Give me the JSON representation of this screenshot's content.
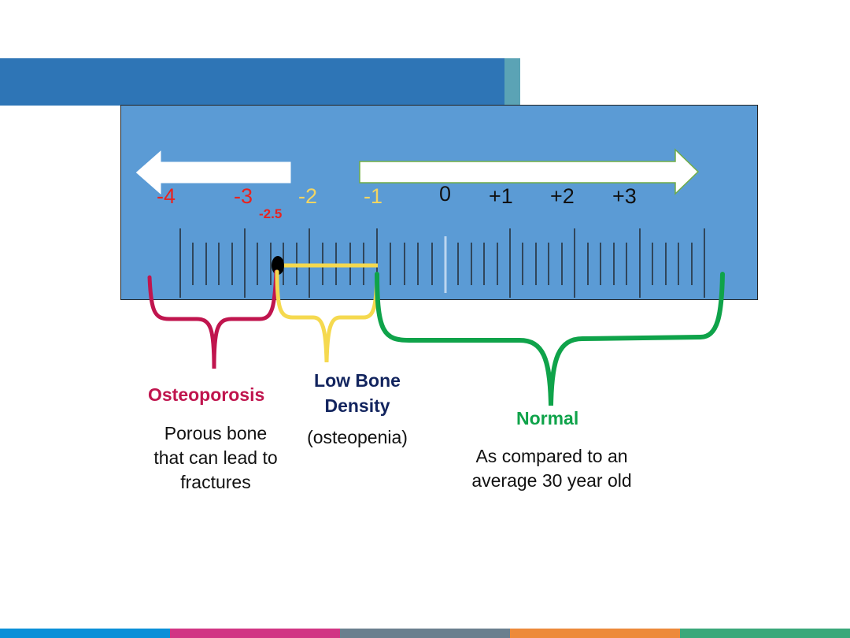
{
  "scale": {
    "ticks": [
      {
        "label": "-4",
        "color": "#e8231f"
      },
      {
        "label": "-3",
        "color": "#e8231f"
      },
      {
        "label": "-2",
        "color": "#f2d563"
      },
      {
        "label": "-1",
        "color": "#f2d563"
      },
      {
        "label": "0",
        "color": "#111111"
      },
      {
        "label": "+1",
        "color": "#111111"
      },
      {
        "label": "+2",
        "color": "#111111"
      },
      {
        "label": "+3",
        "color": "#111111"
      }
    ],
    "threshold_label": "-2.5"
  },
  "categories": {
    "osteoporosis": {
      "title": "Osteoporosis",
      "color": "#c0154e",
      "description_lines": [
        "Porous bone",
        "that can lead to",
        "fractures"
      ]
    },
    "low_bone_density": {
      "title_lines": [
        "Low Bone",
        "Density"
      ],
      "color": "#12245e",
      "description": "(osteopenia)"
    },
    "normal": {
      "title": "Normal",
      "color": "#0fa34a",
      "description_lines": [
        "As compared to an",
        "average 30 year old"
      ]
    }
  },
  "colors": {
    "title_bar": "#2e75b6",
    "panel": "#5b9bd5",
    "osteoporosis_bracket": "#c0154e",
    "osteopenia_bracket": "#f5d94f",
    "normal_bracket": "#0fa34a",
    "footer": [
      "#0a8fd8",
      "#d13584",
      "#6a7f8e",
      "#ed8a3a",
      "#3aa87a"
    ]
  }
}
